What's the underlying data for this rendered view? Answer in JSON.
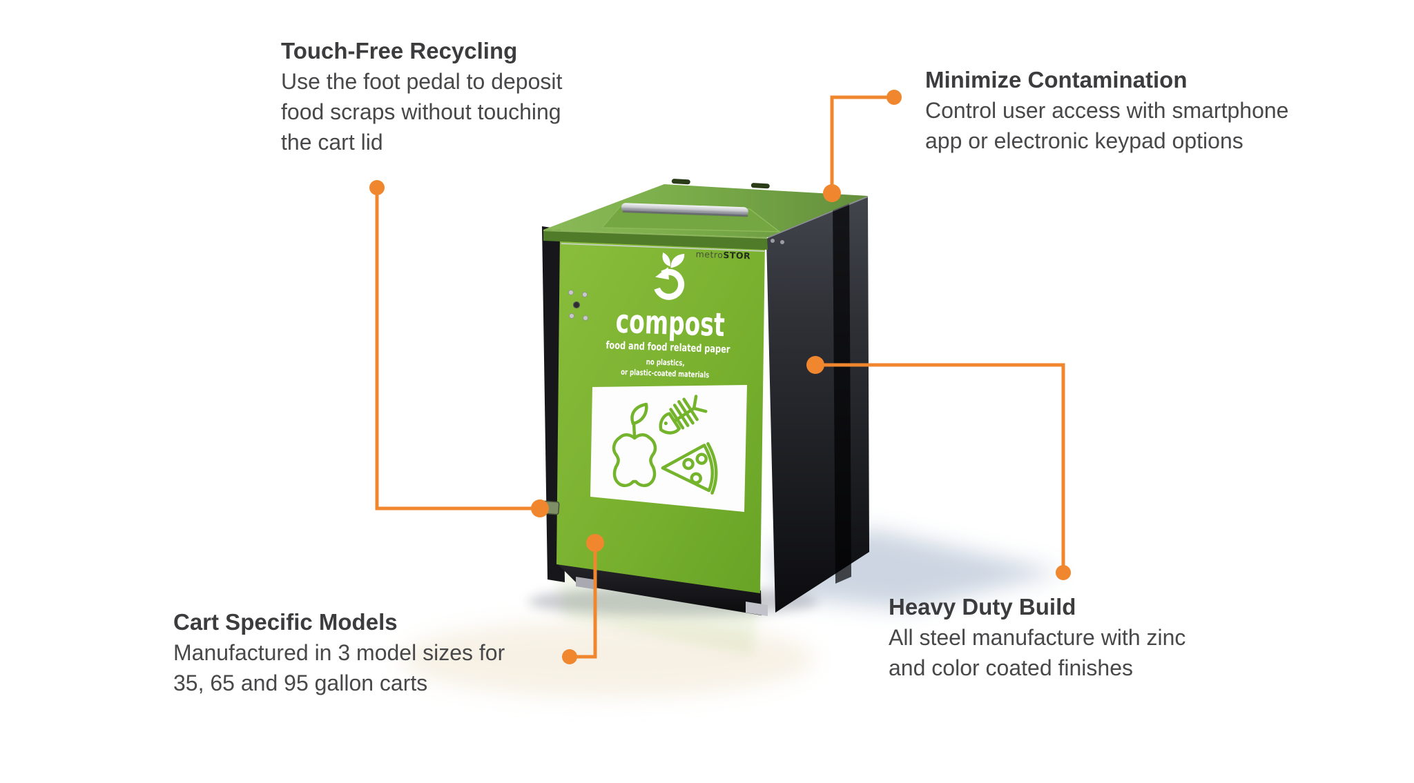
{
  "colors": {
    "accent": "#F0872E",
    "heading_text": "#3C3C3E",
    "body_text": "#48484A",
    "door_green": "#79B12F",
    "lid_green": "#79AC49",
    "side_black": "#1B1C20",
    "icon_green": "#74B42C"
  },
  "callouts": {
    "touch_free": {
      "title": "Touch-Free Recycling",
      "line1": "Use the foot pedal to deposit",
      "line2": "food scraps without touching",
      "line3": "the cart lid"
    },
    "minimize": {
      "title": "Minimize Contamination",
      "line1": "Control user access with smartphone",
      "line2": "app or electronic keypad options"
    },
    "cart_specific": {
      "title": "Cart Specific Models",
      "line1": "Manufactured in 3 model sizes for",
      "line2": "35, 65 and 95 gallon carts"
    },
    "heavy_duty": {
      "title": "Heavy Duty Build",
      "line1": "All steel manufacture with zinc",
      "line2": "and color coated finishes"
    }
  },
  "bin": {
    "brand_prefix": "metro",
    "brand_suffix": "STOR",
    "stream_label": "compost",
    "stream_subtitle": "food and food related paper",
    "note_line1": "no plastics,",
    "note_line2": "or plastic-coated materials",
    "icons": {
      "badge": "recycle-leaf-icon",
      "panel1": "apple-core-icon",
      "panel2": "fish-bones-icon",
      "panel3": "pizza-slice-icon"
    }
  }
}
